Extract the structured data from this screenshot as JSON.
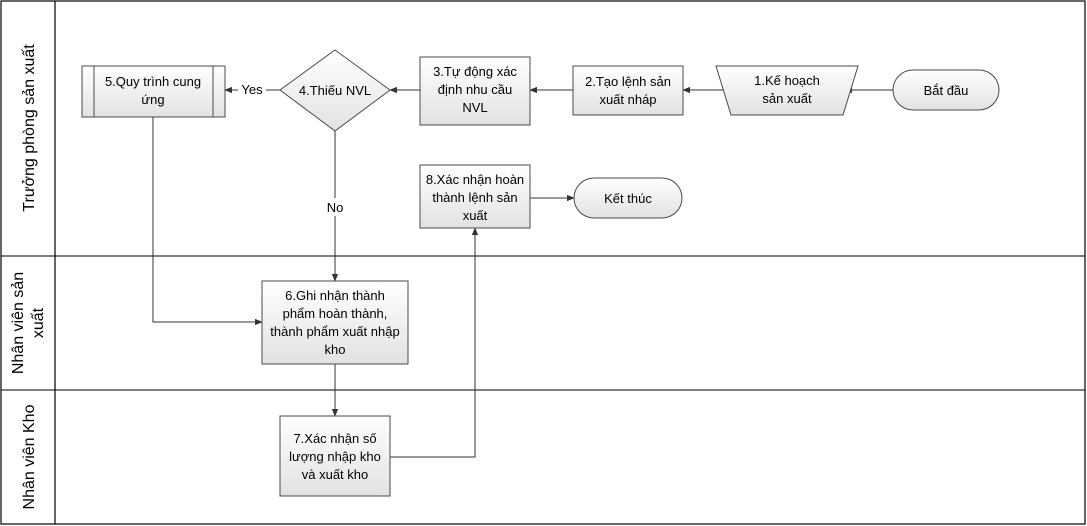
{
  "lanes": [
    {
      "id": "lane-1",
      "label": "Trưởng phòng sản xuất"
    },
    {
      "id": "lane-2",
      "label_lines": [
        "Nhân viên sản",
        "xuất"
      ]
    },
    {
      "id": "lane-3",
      "label": "Nhân viên Kho"
    }
  ],
  "nodes": {
    "start": {
      "lines": [
        "Bắt đầu"
      ]
    },
    "n1": {
      "lines": [
        "1.Kế hoạch",
        "sản xuất"
      ]
    },
    "n2": {
      "lines": [
        "2.Tạo lệnh sản",
        "xuất nháp"
      ]
    },
    "n3": {
      "lines": [
        "3.Tự động xác",
        "định nhu cầu",
        "NVL"
      ]
    },
    "n4": {
      "lines": [
        "4.Thiếu NVL"
      ]
    },
    "n5": {
      "lines": [
        "5.Quy trình cung",
        "ứng"
      ]
    },
    "n6": {
      "lines": [
        "6.Ghi nhận thành",
        "phẩm hoàn thành,",
        "thành phẩm xuất nhập",
        "kho"
      ]
    },
    "n7": {
      "lines": [
        "7.Xác nhận số",
        "lượng nhập kho",
        "và xuất kho"
      ]
    },
    "n8": {
      "lines": [
        "8.Xác nhận hoàn",
        "thành lệnh sản",
        "xuất"
      ]
    },
    "end": {
      "lines": [
        "Kết thúc"
      ]
    }
  },
  "edge_labels": {
    "yes": "Yes",
    "no": "No"
  },
  "colors": {
    "node_fill_top": "#ffffff",
    "node_fill_bottom": "#e6e6e6",
    "stroke": "#4a4a4a",
    "lane_border": "#000000"
  }
}
